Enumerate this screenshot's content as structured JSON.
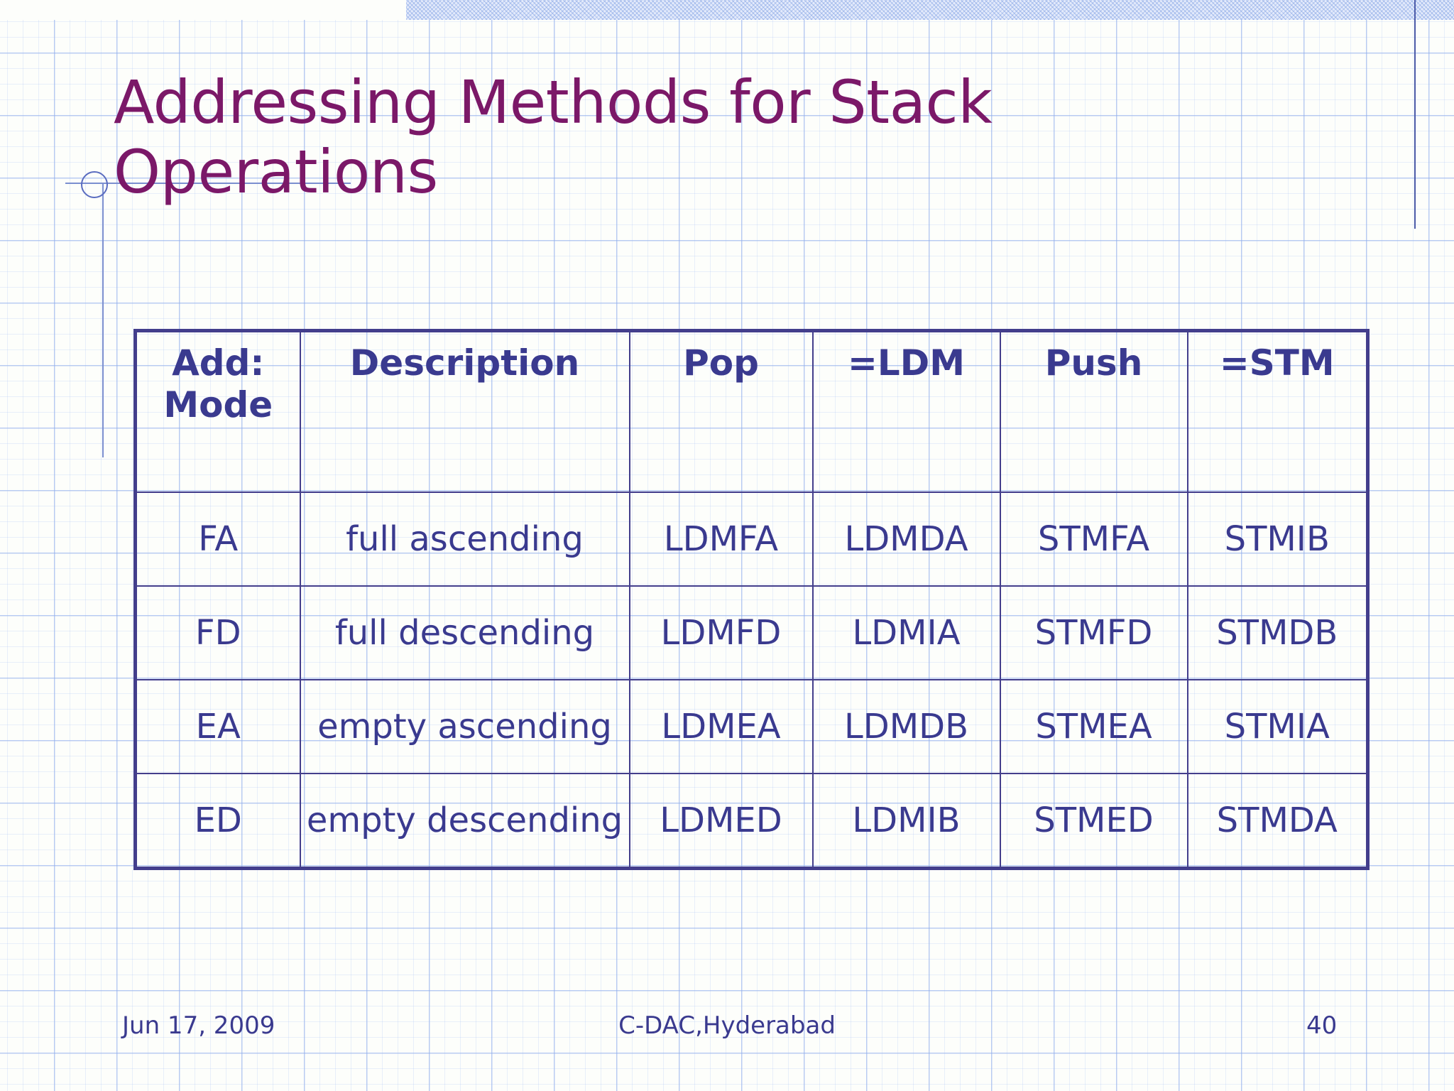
{
  "slide": {
    "title": "Addressing Methods for Stack Operations",
    "title_color": "#7b1868",
    "accent_color": "#433e8c",
    "text_color": "#3a3a8f"
  },
  "table": {
    "headers": [
      "Add: Mode",
      "Description",
      "Pop",
      "=LDM",
      "Push",
      "=STM"
    ],
    "header_line1": "Add:",
    "header_line2": "Mode",
    "rows": [
      {
        "mode": "FA",
        "description": "full ascending",
        "pop": "LDMFA",
        "ldm": "LDMDA",
        "push": "STMFA",
        "stm": "STMIB",
        "pop_bold": false,
        "push_bold": false
      },
      {
        "mode": "FD",
        "description": "full descending",
        "pop": "LDMFD",
        "ldm": "LDMIA",
        "push": "STMFD",
        "stm": "STMDB",
        "pop_bold": true,
        "push_bold": true
      },
      {
        "mode": "EA",
        "description": "empty ascending",
        "pop": "LDMEA",
        "ldm": "LDMDB",
        "push": "STMEA",
        "stm": "STMIA",
        "pop_bold": false,
        "push_bold": false
      },
      {
        "mode": "ED",
        "description": "empty descending",
        "pop": "LDMED",
        "ldm": "LDMIB",
        "push": "STMED",
        "stm": "STMDA",
        "pop_bold": false,
        "push_bold": false
      }
    ]
  },
  "footer": {
    "date": "Jun 17, 2009",
    "organization": "C-DAC,Hyderabad",
    "page_number": "40"
  }
}
